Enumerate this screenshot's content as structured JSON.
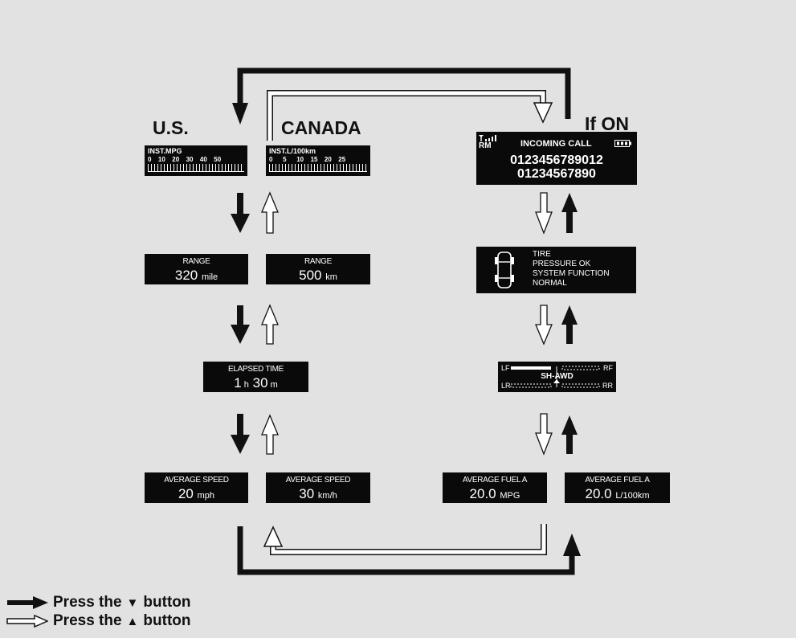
{
  "headers": {
    "us": "U.S.",
    "canada": "CANADA",
    "if_on": "If ON"
  },
  "us": {
    "inst": {
      "label": "INST.MPG",
      "scale": "0  10  20  30  40  50"
    },
    "range": {
      "label": "RANGE",
      "value": "320",
      "unit": "mile"
    },
    "elapsed": {
      "label": "ELAPSED TIME",
      "h": "1",
      "h_unit": "h",
      "m": "30",
      "m_unit": "m"
    },
    "avg_speed": {
      "label": "AVERAGE SPEED",
      "value": "20",
      "unit": "mph"
    }
  },
  "canada": {
    "inst": {
      "label": "INST.L/100km",
      "scale": "0   5   10  15  20  25"
    },
    "range": {
      "label": "RANGE",
      "value": "500",
      "unit": "km"
    },
    "avg_speed": {
      "label": "AVERAGE SPEED",
      "value": "30",
      "unit": "km/h"
    }
  },
  "phone": {
    "status": "RM",
    "title": "INCOMING CALL",
    "line1": "0123456789012",
    "line2": "01234567890"
  },
  "tire": {
    "l1": "TIRE",
    "l2": "PRESSURE OK",
    "l3": "SYSTEM FUNCTION",
    "l4": "NORMAL"
  },
  "awd": {
    "lf": "LF",
    "rf": "RF",
    "center": "SH-AWD",
    "lr": "LR",
    "rr": "RR"
  },
  "fuel_us": {
    "label": "AVERAGE FUEL A",
    "value": "20.0",
    "unit": "MPG"
  },
  "fuel_ca": {
    "label": "AVERAGE FUEL A",
    "value": "20.0",
    "unit": "L/100km"
  },
  "legend": {
    "down_prefix": "Press the",
    "down_symbol": "▼",
    "down_suffix": "button",
    "up_prefix": "Press the",
    "up_symbol": "▲",
    "up_suffix": "button"
  }
}
